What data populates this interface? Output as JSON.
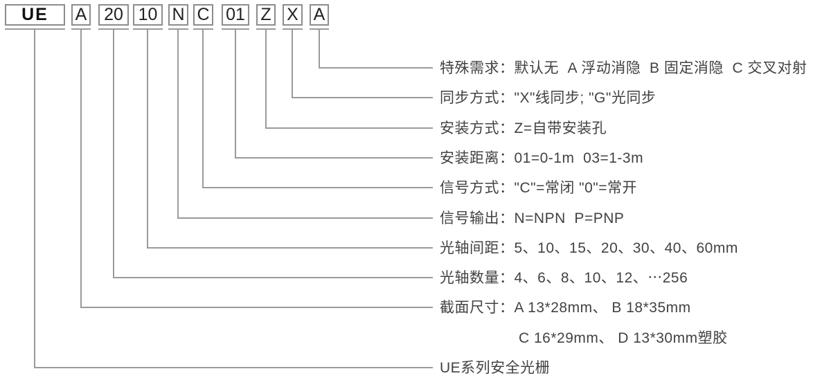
{
  "code_boxes": [
    "UE",
    "A",
    "20",
    "10",
    "N",
    "C",
    "01",
    "Z",
    "X",
    "A"
  ],
  "rows": [
    "特殊需求：默认无  A 浮动消隐  B 固定消隐  C 交叉对射",
    "同步方式：\"X\"线同步; \"G\"光同步",
    "安装方式：Z=自带安装孔",
    "安装距离：01=0-1m  03=1-3m",
    "信号方式：\"C\"=常闭 \"0\"=常开",
    "信号输出：N=NPN  P=PNP",
    "光轴间距：5、10、15、20、30、40、60mm",
    "光轴数量：4、6、8、10、12、⋯256",
    "截面尺寸：A 13*28mm、 B 18*35mm"
  ],
  "continuation_row": "C 16*29mm、 D 13*30mm塑胶",
  "series_label": "UE系列安全光栅",
  "colors": {
    "line": "#9a9a9a",
    "box_border": "#8c8c8c",
    "box_text": "#222222",
    "label_text": "#424242"
  }
}
